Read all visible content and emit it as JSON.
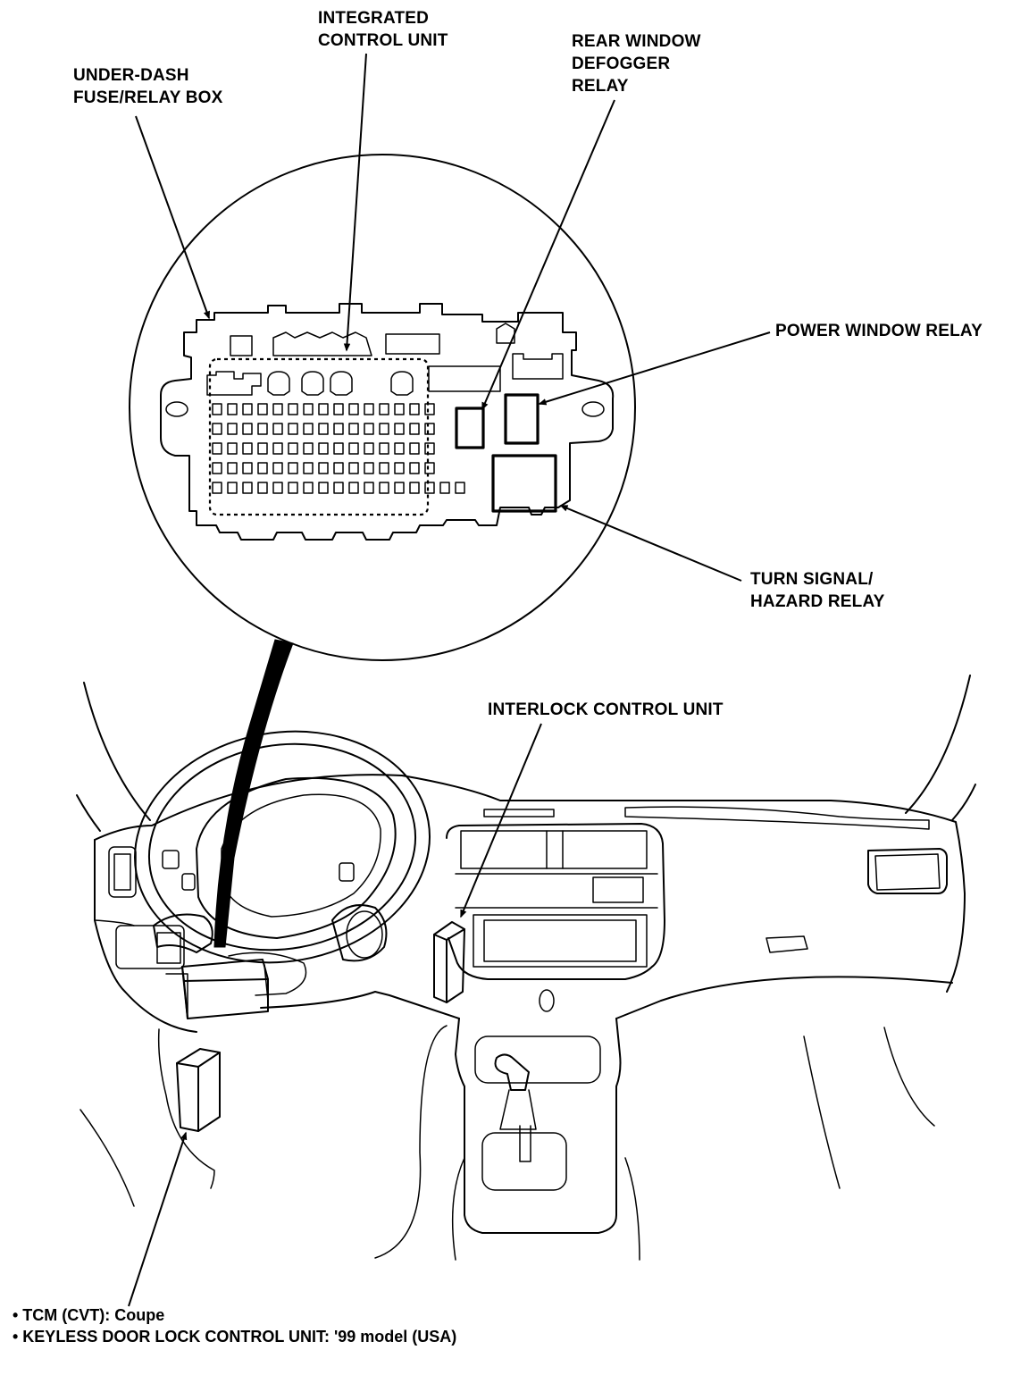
{
  "labels": {
    "under_dash": [
      "UNDER-DASH",
      "FUSE/RELAY BOX"
    ],
    "integrated": [
      "INTEGRATED",
      "CONTROL UNIT"
    ],
    "rear_window": [
      "REAR WINDOW",
      "DEFOGGER",
      "RELAY"
    ],
    "power_window": "POWER WINDOW RELAY",
    "turn_signal": [
      "TURN SIGNAL/",
      "HAZARD RELAY"
    ],
    "interlock": "INTERLOCK CONTROL UNIT"
  },
  "notes": [
    "• TCM (CVT): Coupe",
    "• KEYLESS DOOR LOCK CONTROL UNIT: '99 model (USA)"
  ]
}
